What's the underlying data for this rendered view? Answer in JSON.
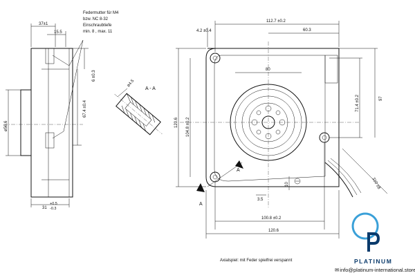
{
  "side_view": {
    "dim_top": "37±1",
    "dim_15_5": "15.5",
    "dim_6_3": "6 ±0.3",
    "dim_67_4": "67.4 ±0.4",
    "dim_phi56_6": "ø56.6",
    "dim_bottom_main": "31",
    "dim_bottom_tol_upper": "+0.5",
    "dim_bottom_tol_lower": "-0.3",
    "note_lines": [
      "Federmutter für M4",
      "bzw. NC 8-32",
      "Einschraubtiefe",
      "min. 8 , max. 11"
    ]
  },
  "section_view": {
    "title": "A - A",
    "dim_phi4_5": "ø4.5"
  },
  "front_view": {
    "dim_112_7": "112.7 ±0.2",
    "dim_4_2": "4.2 ±0.4",
    "dim_60_3": "60.3",
    "dim_80": "80",
    "dim_120_6_left": "120.6",
    "dim_104_8_left": "104.8 ±0.2",
    "dim_71_4": "71.4 ±0.2",
    "dim_97": "97",
    "dim_3_5": "3.5",
    "dim_10": "10",
    "dim_100_8": "100.8 ±0.2",
    "dim_120_6_bottom": "120.6",
    "dim_310": "310 ±8",
    "section_marker": "A"
  },
  "footer_note": "Axialspiel: mit Feder spielfrei verspannt",
  "branding": {
    "logo_name": "PLATINUM",
    "email_icon": "envelope-icon",
    "store": "info@platinum-international.store",
    "logo_color": "#0a3a6b",
    "accent_color": "#3aa0d8"
  }
}
